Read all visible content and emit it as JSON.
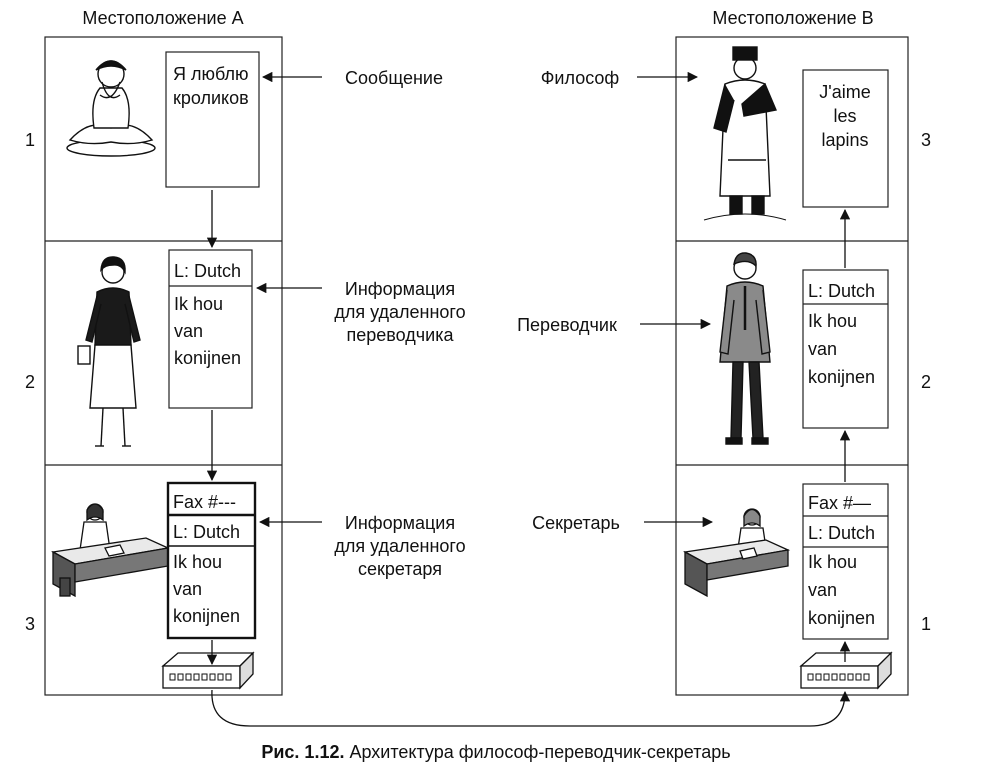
{
  "locations": {
    "a": "Местоположение A",
    "b": "Местоположение B"
  },
  "levels_a": [
    "1",
    "2",
    "3"
  ],
  "levels_b": [
    "3",
    "2",
    "1"
  ],
  "middle_labels": {
    "message": "Сообщение",
    "info_translator": [
      "Информация",
      "для удаленного",
      "переводчика"
    ],
    "info_secretary": [
      "Информация",
      "для удаленного",
      "секретаря"
    ],
    "philosopher": "Философ",
    "translator": "Переводчик",
    "secretary": "Секретарь"
  },
  "docs": {
    "a_message": [
      "Я люблю",
      "кроликов"
    ],
    "b_message": [
      "J'aime",
      "les",
      "lapins"
    ],
    "lang_header": "L: Dutch",
    "dutch_text": [
      "Ik hou",
      "van",
      "konijnen"
    ],
    "fax_a": "Fax #---",
    "fax_b": "Fax #—"
  },
  "caption": {
    "label": "Рис. 1.12.",
    "text": " Архитектура философ-переводчик-секретарь"
  }
}
